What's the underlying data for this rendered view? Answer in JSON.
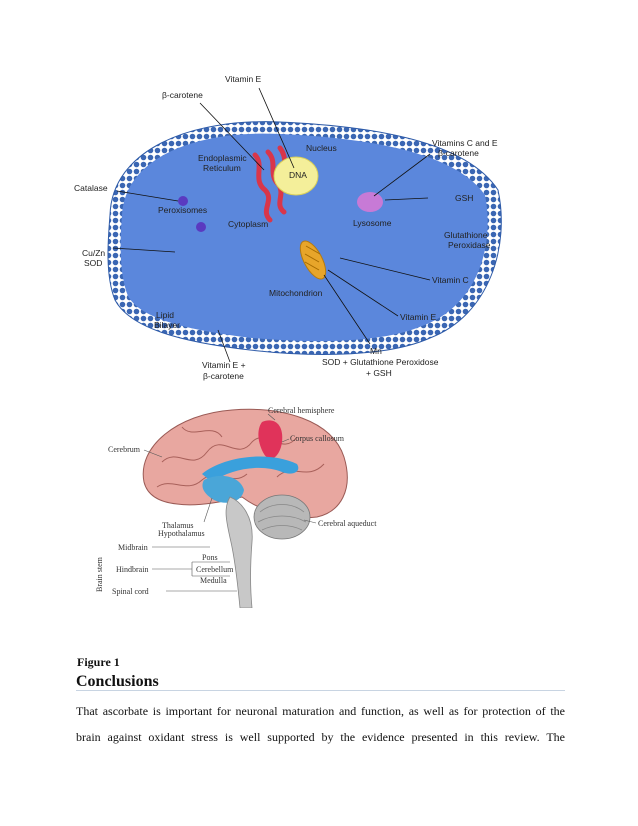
{
  "figure_cell": {
    "labels": {
      "vitamin_e_top": "Vitamin E",
      "beta_carotene_top": "β-carotene",
      "nucleus": "Nucleus",
      "dna": "DNA",
      "er_line1": "Endoplasmic",
      "er_line2": "Reticulum",
      "vit_c_e_line1": "Vitamins C and E",
      "vit_c_e_line2": "β-carotene",
      "catalase": "Catalase",
      "peroxisomes": "Peroxisomes",
      "cytoplasm": "Cytoplasm",
      "lysosome": "Lysosome",
      "gsh": "GSH",
      "gpx_line1": "Glutathione",
      "gpx_line2": "Peroxidase",
      "cuzn_line1": "Cu/Zn",
      "cuzn_line2": "SOD",
      "vitamin_c": "Vitamin C",
      "mitochondrion": "Mitochondrion",
      "vitamin_e_mito": "Vitamin E",
      "lipid_line1": "Lipid",
      "lipid_line2": "Bilayer",
      "mn": "Mn",
      "sod_line": "SOD + Glutathione Peroxidose",
      "gsh_bottom": "+ GSH",
      "vit_e_bottom_line1": "Vitamin E +",
      "vit_e_bottom_line2": "β-carotene"
    },
    "colors": {
      "cell": "#5b87dc",
      "membrane": "#3a66b3",
      "nucleus": "#f4ef9a",
      "er": "#d9364a",
      "lysosome": "#c77ad6",
      "peroxisome": "#5a3ac0",
      "mitochondrion": "#e7a52a"
    }
  },
  "figure_brain": {
    "labels": {
      "cerebral_hemisphere": "Cerebral hemisphere",
      "corpus_callosum": "Corpus callosum",
      "cerebrum": "Cerebrum",
      "thalamus": "Thalamus",
      "hypothalamus": "Hypothalamus",
      "cerebral_aqueduct": "Cerebral aqueduct",
      "brain_stem": "Brain stem",
      "midbrain": "Midbrain",
      "hindbrain": "Hindbrain",
      "pons": "Pons",
      "cerebellum": "Cerebellum",
      "medulla": "Medulla",
      "spinal_cord": "Spinal cord"
    }
  },
  "caption": "Figure 1",
  "heading": "Conclusions",
  "paragraph": "That ascorbate is important for neuronal maturation and function, as well as for protection of the brain against oxidant stress is well supported by the evidence presented in this review. The"
}
